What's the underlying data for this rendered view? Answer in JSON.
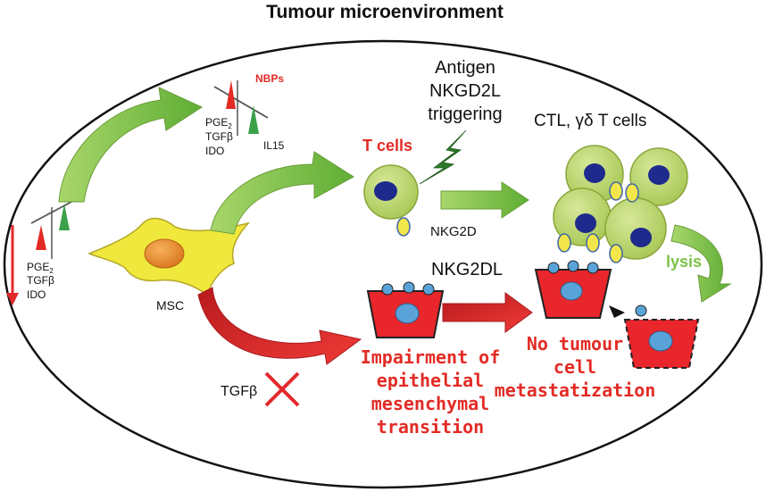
{
  "title": "Tumour microenvironment",
  "labels": {
    "nbps": "NBPs",
    "pge2_top": "PGE",
    "pge2_top_sub": "2",
    "tgfb_top": "TGFβ",
    "ido_top": "IDO",
    "il15": "IL15",
    "pge2_left": "PGE",
    "pge2_left_sub": "2",
    "tgfb_left": "TGFβ",
    "ido_left": "IDO",
    "msc": "MSC",
    "antigen_line1": "Antigen",
    "antigen_line2": "NKGD2L",
    "antigen_line3": "triggering",
    "t_cells": "T cells",
    "ctl": "CTL, γδ T cells",
    "nkg2d": "NKG2D",
    "nkg2dl": "NKG2DL",
    "lysis": "lysis",
    "tgfb_bottom": "TGFβ",
    "impairment_1": "Impairment of",
    "impairment_2": "epithelial",
    "impairment_3": "mesenchymal",
    "impairment_4": "transition",
    "no_tumour_1": "No tumour",
    "no_tumour_2": "cell",
    "no_tumour_3": "metastatization"
  },
  "colors": {
    "cell_green": "#b9d46a",
    "cell_green_dark": "#7f9c32",
    "nucleus": "#1e2a8c",
    "receptor": "#f2e64a",
    "tumour_red": "#e8262b",
    "tumour_nucleus": "#5aa3d8",
    "msc_yellow": "#f0e83c",
    "msc_nucleus": "#e88a2a",
    "arrow_green": "#7cc34a",
    "arrow_red": "#e3282c",
    "label_red": "#e32b25"
  }
}
